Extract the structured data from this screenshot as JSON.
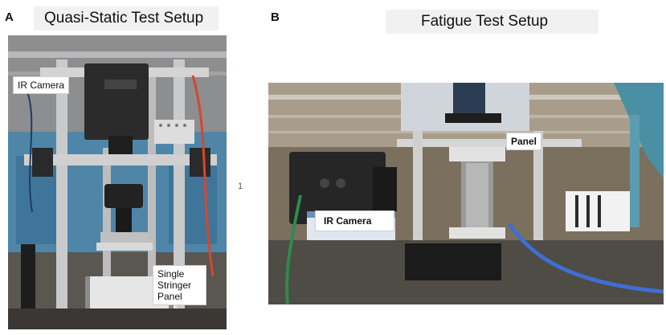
{
  "panel_a": {
    "letter": "A",
    "title": "Quasi-Static Test Setup",
    "labels": {
      "ir_camera": "IR Camera",
      "specimen": "Single\nStringer\nPanel"
    }
  },
  "panel_b": {
    "letter": "B",
    "title": "Fatigue Test Setup",
    "labels": {
      "ir_camera": "IR Camera",
      "specimen": "Panel"
    }
  },
  "stray_mark": "1"
}
